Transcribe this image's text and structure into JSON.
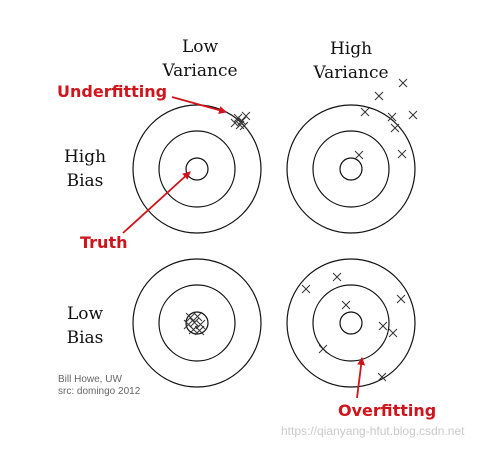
{
  "columns": {
    "low_variance": [
      "Low",
      "Variance"
    ],
    "high_variance": [
      "High",
      "Variance"
    ]
  },
  "rows": {
    "high_bias": [
      "High",
      "Bias"
    ],
    "low_bias": [
      "Low",
      "Bias"
    ]
  },
  "annotations": {
    "underfitting": "Underfitting",
    "truth": "Truth",
    "overfitting": "Overfitting"
  },
  "credit": [
    "Bill Howe, UW",
    "src: domingo 2012"
  ],
  "watermark": "https://qianyang-hfut.blog.csdn.net",
  "colors": {
    "annotation": "#d0141b",
    "target": "#111111",
    "marker": "#333333"
  },
  "marker_icon": "x-mark"
}
